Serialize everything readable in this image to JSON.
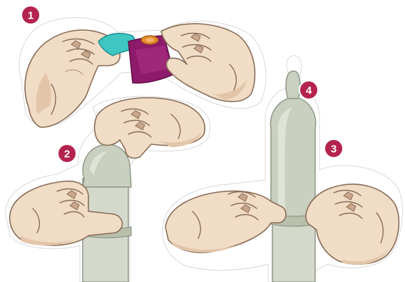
{
  "steps": [
    {
      "number": "1",
      "icon": "tear-open-wrapper-icon"
    },
    {
      "number": "2",
      "icon": "pinch-tip-icon"
    },
    {
      "number": "3",
      "icon": "unroll-condom-icon"
    },
    {
      "number": "4",
      "icon": "reservoir-tip-icon"
    }
  ],
  "colors": {
    "badge": "#b4234e",
    "skin": "#f1dcc6",
    "wrapper_purple": "#8e1a6b",
    "wrapper_teal": "#3ec6c3",
    "condom_orange": "#e48a2e",
    "condom_green": "#c9d0bf"
  }
}
